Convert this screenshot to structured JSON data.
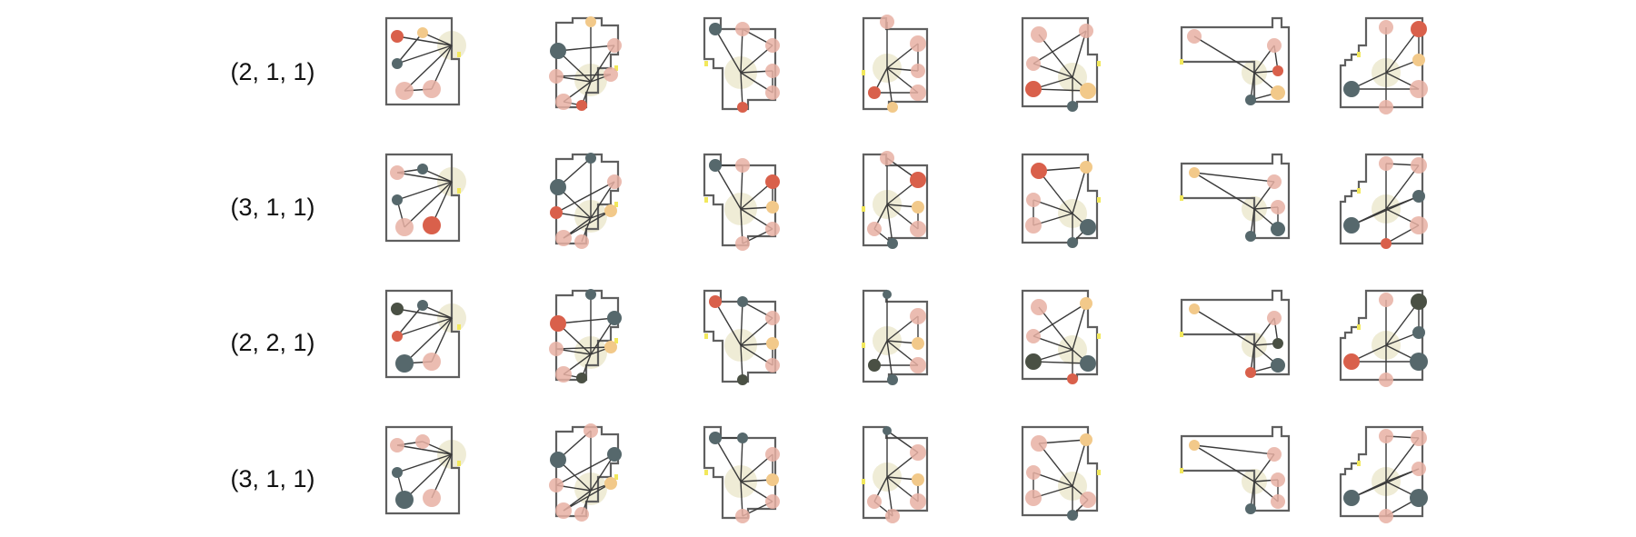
{
  "figure": {
    "row_labels": [
      "(2, 1, 1)",
      "(3, 1, 1)",
      "(2, 2, 1)",
      "(3, 1, 1)"
    ],
    "columns": 7,
    "colors": {
      "outline": "#5f5f5f",
      "edge": "#3a3a3a",
      "salmon": "#e8b0a3",
      "red": "#d9604b",
      "teal": "#56686c",
      "dark": "#4a5044",
      "orange": "#f2c98a",
      "cream": "#efecd6",
      "door": "#f2e85c"
    }
  }
}
